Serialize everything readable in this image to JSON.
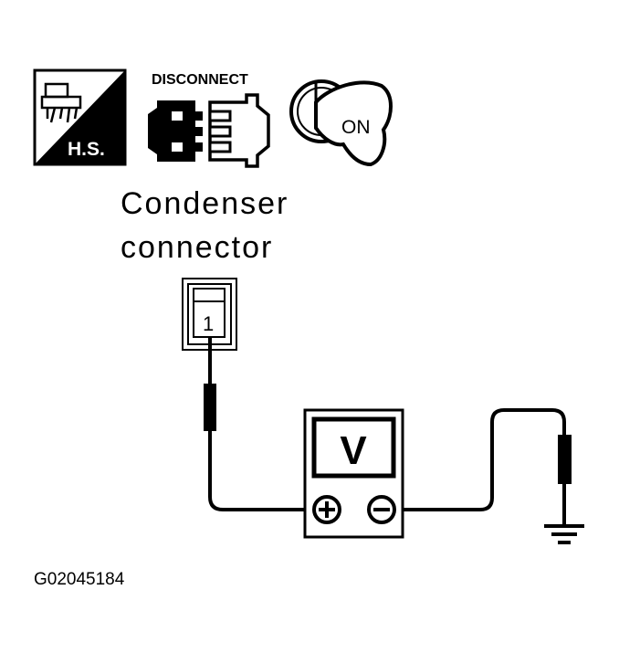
{
  "icons": {
    "hs_label": "H.S.",
    "disconnect_label": "DISCONNECT",
    "ignition_label": "ON"
  },
  "connector": {
    "label_line1": "Condenser",
    "label_line2": "connector",
    "terminal_number": "1"
  },
  "meter": {
    "display": "V",
    "positive_symbol": "+",
    "negative_symbol": "−"
  },
  "figure_id": "G02045184",
  "colors": {
    "ink": "#000000",
    "paper": "#ffffff"
  }
}
